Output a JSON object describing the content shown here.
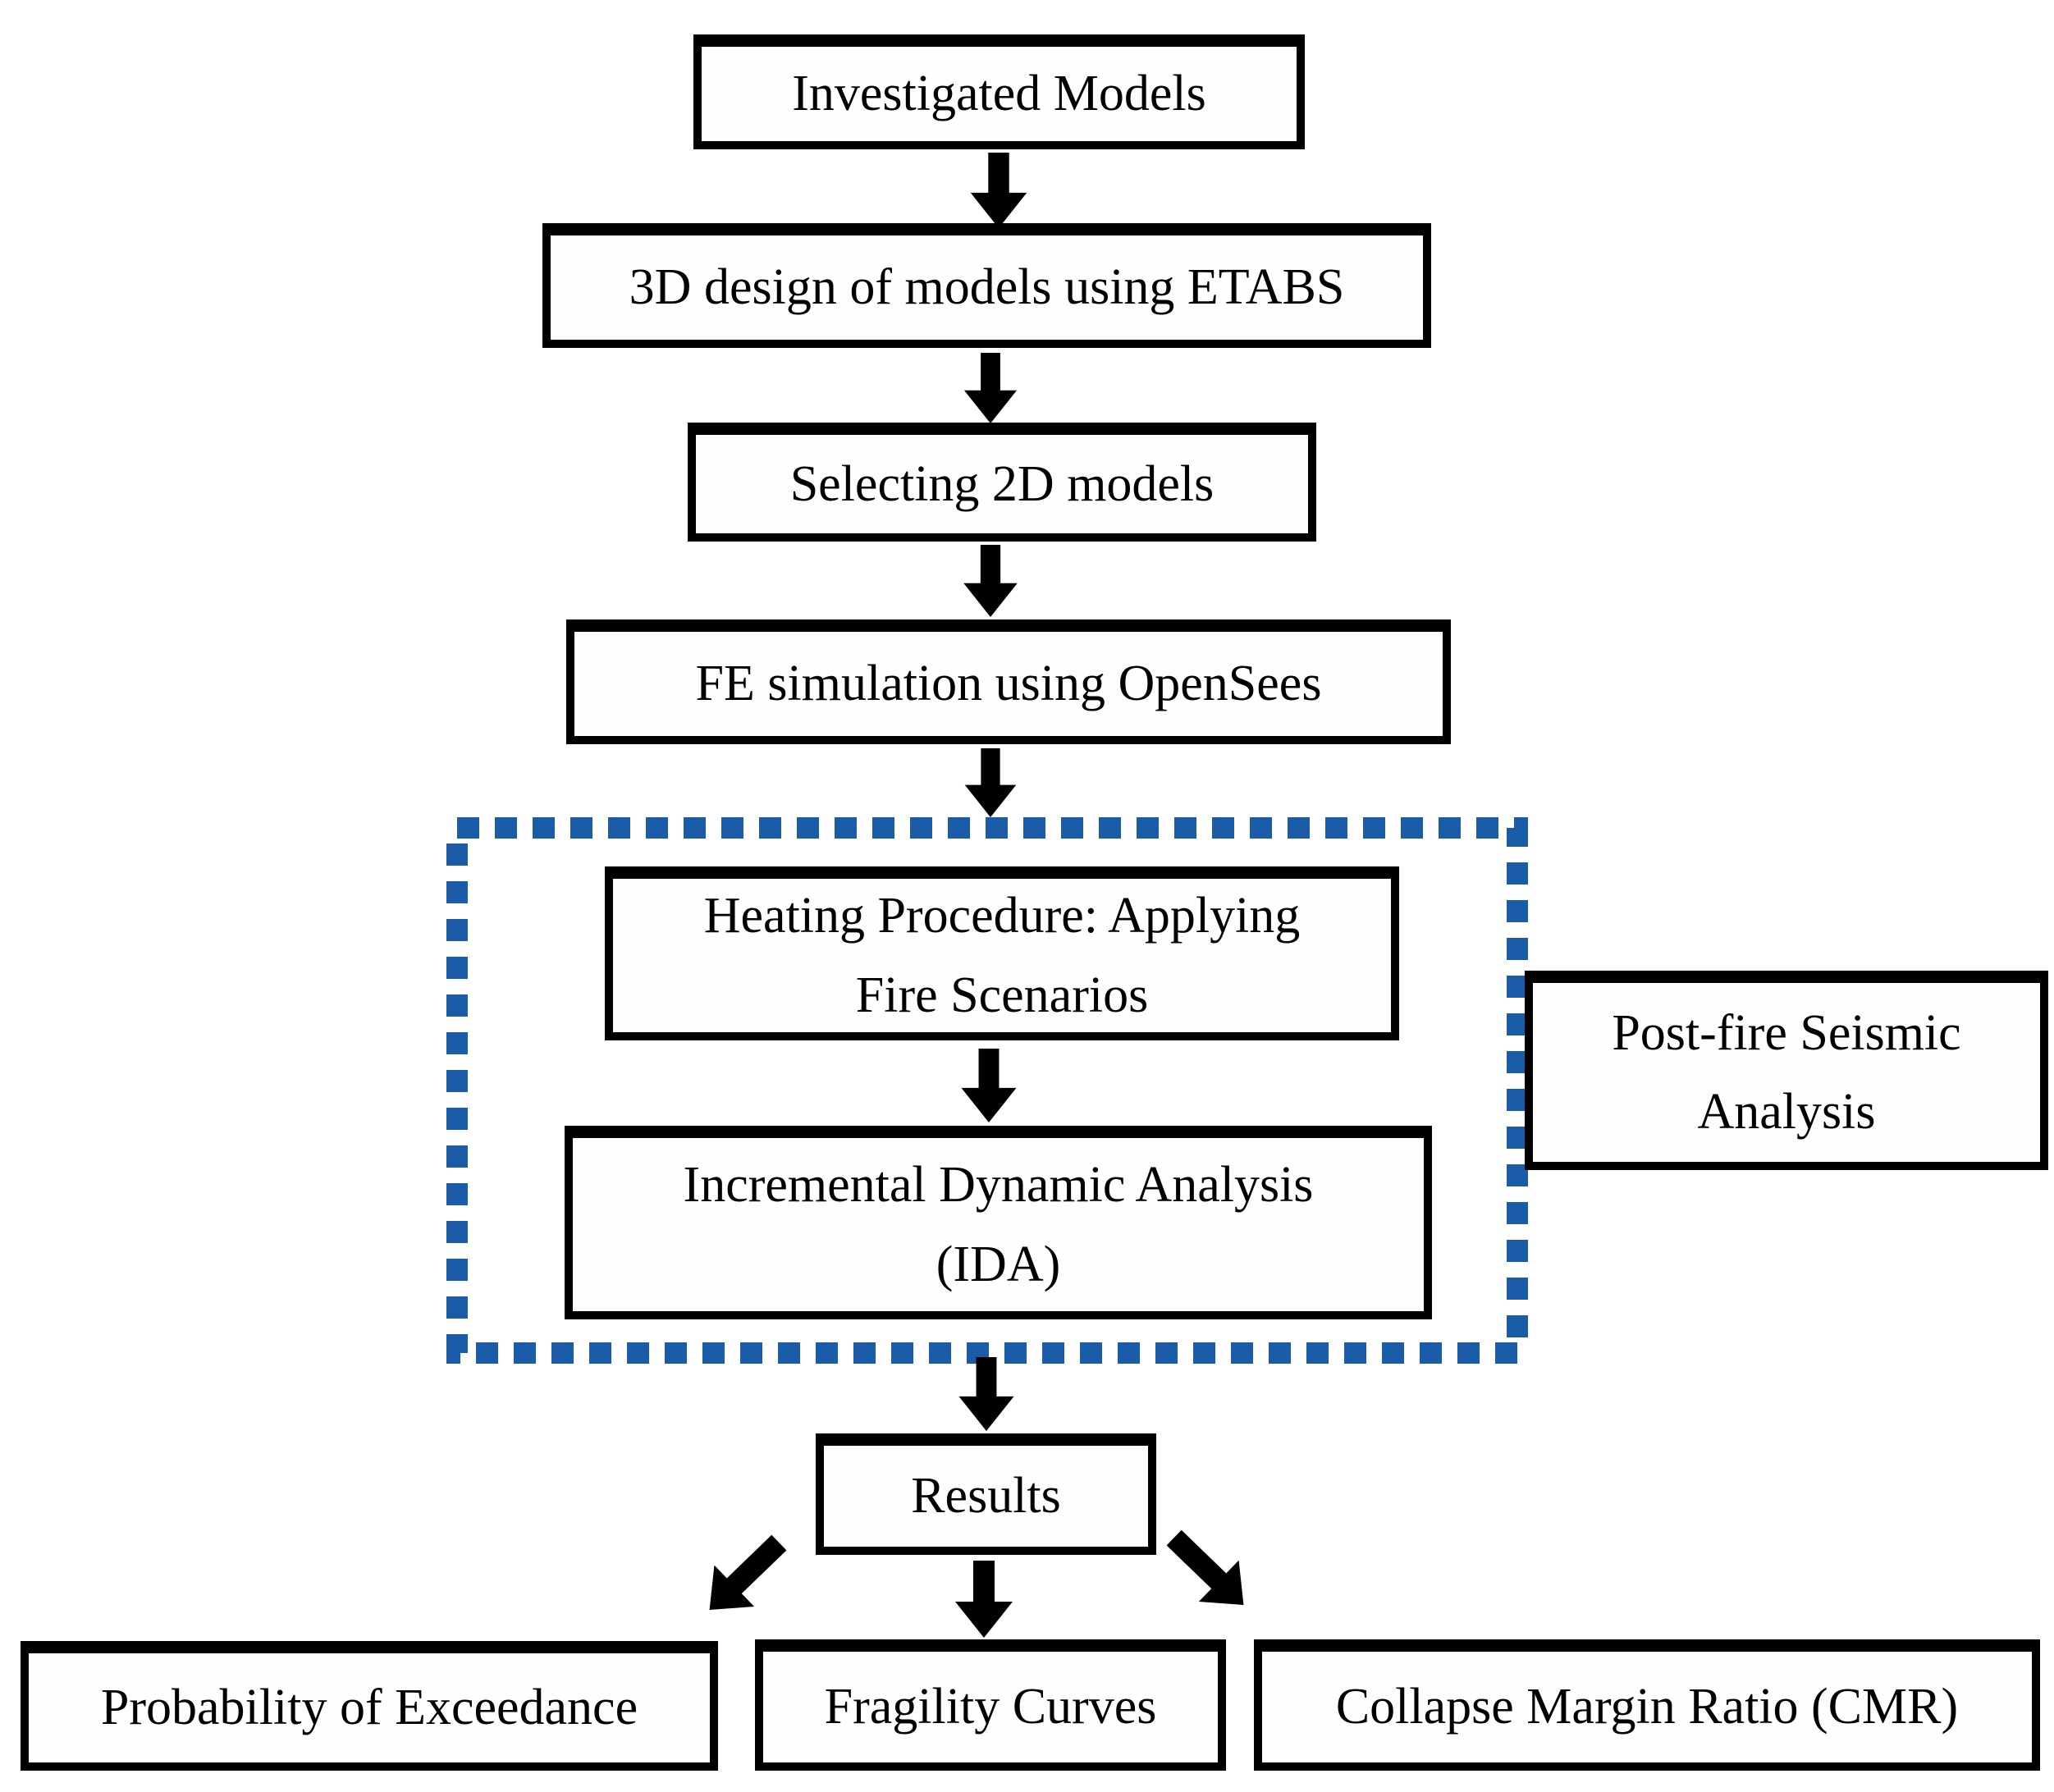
{
  "diagram": {
    "type": "flowchart",
    "background": "#ffffff",
    "colors": {
      "box_border": "#000000",
      "box_fill": "#fefefe",
      "text": "#000000",
      "arrow": "#000000",
      "dashed_group_border": "#1b5ca8"
    },
    "nodes": {
      "investigated_models": {
        "label": "Investigated Models"
      },
      "design_3d": {
        "label": "3D design of models using ETABS"
      },
      "selecting_2d": {
        "label": "Selecting 2D models"
      },
      "fe_simulation": {
        "label": "FE simulation using OpenSees"
      },
      "heating_procedure": {
        "line1": "Heating Procedure: Applying",
        "line2": "Fire Scenarios"
      },
      "ida": {
        "line1": "Incremental Dynamic Analysis",
        "line2": "(IDA)"
      },
      "post_fire": {
        "line1": "Post-fire Seismic",
        "line2": "Analysis"
      },
      "results": {
        "label": "Results"
      },
      "probability_of_exceedance": {
        "label": "Probability of Exceedance"
      },
      "fragility_curves": {
        "label": "Fragility Curves"
      },
      "collapse_margin_ratio": {
        "label": "Collapse Margin Ratio (CMR)"
      }
    },
    "groups": {
      "post_fire_group": {
        "border_style": "dashed",
        "members": [
          "heating_procedure",
          "ida"
        ],
        "side_label_node": "post_fire"
      }
    },
    "edges": [
      {
        "from": "investigated_models",
        "to": "design_3d"
      },
      {
        "from": "design_3d",
        "to": "selecting_2d"
      },
      {
        "from": "selecting_2d",
        "to": "fe_simulation"
      },
      {
        "from": "fe_simulation",
        "to": "post_fire_group"
      },
      {
        "from": "heating_procedure",
        "to": "ida"
      },
      {
        "from": "post_fire_group",
        "to": "results"
      },
      {
        "from": "results",
        "to": "probability_of_exceedance"
      },
      {
        "from": "results",
        "to": "fragility_curves"
      },
      {
        "from": "results",
        "to": "collapse_margin_ratio"
      }
    ]
  }
}
